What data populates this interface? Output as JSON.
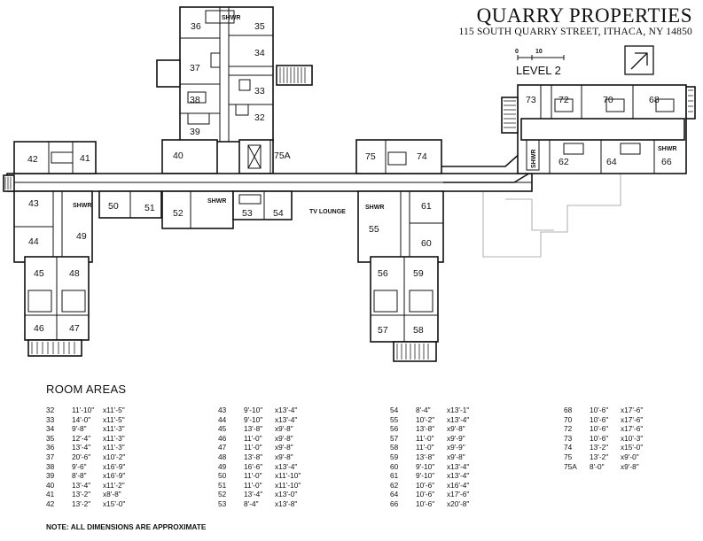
{
  "title": {
    "company": "QUARRY PROPERTIES",
    "address": "115 SOUTH QUARRY STREET, ITHACA, NY 14850",
    "scale_zero": "0",
    "scale_ten": "10",
    "level": "LEVEL 2"
  },
  "rooms": {
    "r32": "32",
    "r33": "33",
    "r34": "34",
    "r35": "35",
    "r36": "36",
    "r37": "37",
    "r38": "38",
    "r39": "39",
    "r40": "40",
    "r41": "41",
    "r42": "42",
    "r43": "43",
    "r44": "44",
    "r45": "45",
    "r46": "46",
    "r47": "47",
    "r48": "48",
    "r49": "49",
    "r50": "50",
    "r51": "51",
    "r52": "52",
    "r53": "53",
    "r54": "54",
    "r55": "55",
    "r56": "56",
    "r57": "57",
    "r58": "58",
    "r59": "59",
    "r60": "60",
    "r61": "61",
    "r62": "62",
    "r64": "64",
    "r66": "66",
    "r68": "68",
    "r70": "70",
    "r72": "72",
    "r73": "73",
    "r74": "74",
    "r75": "75",
    "r75a": "75A"
  },
  "labels": {
    "shwr": "SHWR",
    "tv_lounge": "TV LOUNGE"
  },
  "areas": {
    "heading": "ROOM AREAS",
    "note": "NOTE: ALL DIMENSIONS ARE APPROXIMATE",
    "columns": [
      [
        {
          "room": "32",
          "w": "11'-10\"",
          "l": "x11'-5\""
        },
        {
          "room": "33",
          "w": "14'-0\"",
          "l": "x11'-5\""
        },
        {
          "room": "34",
          "w": "9'-8\"",
          "l": "x11'-3\""
        },
        {
          "room": "35",
          "w": "12'-4\"",
          "l": "x11'-3\""
        },
        {
          "room": "36",
          "w": "13'-4\"",
          "l": "x11'-3\""
        },
        {
          "room": "37",
          "w": "20'-6\"",
          "l": "x10'-2\""
        },
        {
          "room": "38",
          "w": "9'-6\"",
          "l": "x16'-9\""
        },
        {
          "room": "39",
          "w": "8'-8\"",
          "l": "x16'-9\""
        },
        {
          "room": "40",
          "w": "13'-4\"",
          "l": "x11'-2\""
        },
        {
          "room": "41",
          "w": "13'-2\"",
          "l": "x8'-8\""
        },
        {
          "room": "42",
          "w": "13'-2\"",
          "l": "x15'-0\""
        }
      ],
      [
        {
          "room": "43",
          "w": "9'-10\"",
          "l": "x13'-4\""
        },
        {
          "room": "44",
          "w": "9'-10\"",
          "l": "x13'-4\""
        },
        {
          "room": "45",
          "w": "13'-8\"",
          "l": "x9'-8\""
        },
        {
          "room": "46",
          "w": "11'-0\"",
          "l": "x9'-8\""
        },
        {
          "room": "47",
          "w": "11'-0\"",
          "l": "x9'-8\""
        },
        {
          "room": "48",
          "w": "13'-8\"",
          "l": "x9'-8\""
        },
        {
          "room": "49",
          "w": "16'-6\"",
          "l": "x13'-4\""
        },
        {
          "room": "50",
          "w": "11'-0\"",
          "l": "x11'-10\""
        },
        {
          "room": "51",
          "w": "11'-0\"",
          "l": "x11'-10\""
        },
        {
          "room": "52",
          "w": "13'-4\"",
          "l": "x13'-0\""
        },
        {
          "room": "53",
          "w": "8'-4\"",
          "l": "x13'-8\""
        }
      ],
      [
        {
          "room": "54",
          "w": "8'-4\"",
          "l": "x13'-1\""
        },
        {
          "room": "55",
          "w": "10'-2\"",
          "l": "x13'-4\""
        },
        {
          "room": "56",
          "w": "13'-8\"",
          "l": "x9'-8\""
        },
        {
          "room": "57",
          "w": "11'-0\"",
          "l": "x9'-9\""
        },
        {
          "room": "58",
          "w": "11'-0\"",
          "l": "x9'-9\""
        },
        {
          "room": "59",
          "w": "13'-8\"",
          "l": "x9'-8\""
        },
        {
          "room": "60",
          "w": "9'-10\"",
          "l": "x13'-4\""
        },
        {
          "room": "61",
          "w": "9'-10\"",
          "l": "x13'-4\""
        },
        {
          "room": "62",
          "w": "10'-6\"",
          "l": "x16'-4\""
        },
        {
          "room": "64",
          "w": "10'-6\"",
          "l": "x17'-6\""
        },
        {
          "room": "66",
          "w": "10'-6\"",
          "l": "x20'-8\""
        }
      ],
      [
        {
          "room": "68",
          "w": "10'-6\"",
          "l": "x17'-6\""
        },
        {
          "room": "70",
          "w": "10'-6\"",
          "l": "x17'-6\""
        },
        {
          "room": "72",
          "w": "10'-6\"",
          "l": "x17'-6\""
        },
        {
          "room": "73",
          "w": "10'-6\"",
          "l": "x10'-3\""
        },
        {
          "room": "74",
          "w": "13'-2\"",
          "l": "x15'-0\""
        },
        {
          "room": "75",
          "w": "13'-2\"",
          "l": "x9'-0\""
        },
        {
          "room": "75A",
          "w": "8'-0\"",
          "l": "x9'-8\""
        }
      ]
    ]
  }
}
